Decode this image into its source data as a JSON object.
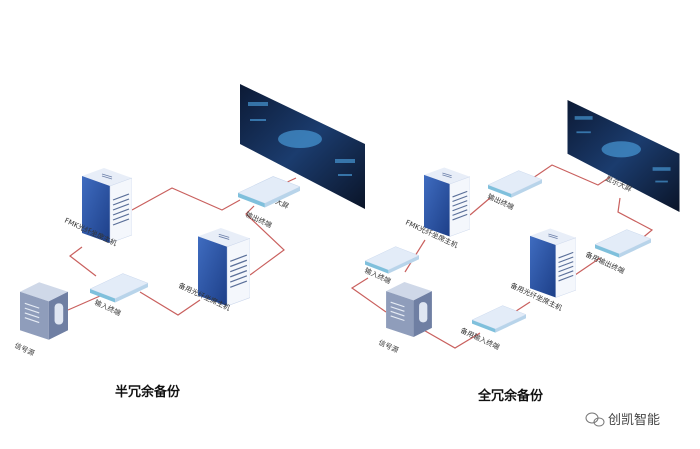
{
  "left": {
    "title": "半冗余备份",
    "screen_label": "显示大屏",
    "output_terminal_label": "输出终端",
    "main_host_label": "FMK光纤坐席主机",
    "backup_host_label": "备用光纤坐席主机",
    "input_terminal_label": "输入终端",
    "signal_source_label": "信号源"
  },
  "right": {
    "title": "全冗余备份",
    "screen_label": "显示大屏",
    "output_terminal_label": "输出终端",
    "main_host_label": "FMK光纤坐席主机",
    "backup_host_label": "备用光纤坐席主机",
    "input_terminal_label": "输入终端",
    "signal_source_label": "信号源",
    "backup_output_terminal_label": "备用输出终端",
    "backup_input_terminal_label": "备用输入终端"
  },
  "watermark": {
    "icon": "wechat-icon",
    "text": "创凯智能"
  },
  "colors": {
    "wire": "#c9605e",
    "server_front": "#2f57a8",
    "terminal": "#dfeaf7"
  }
}
